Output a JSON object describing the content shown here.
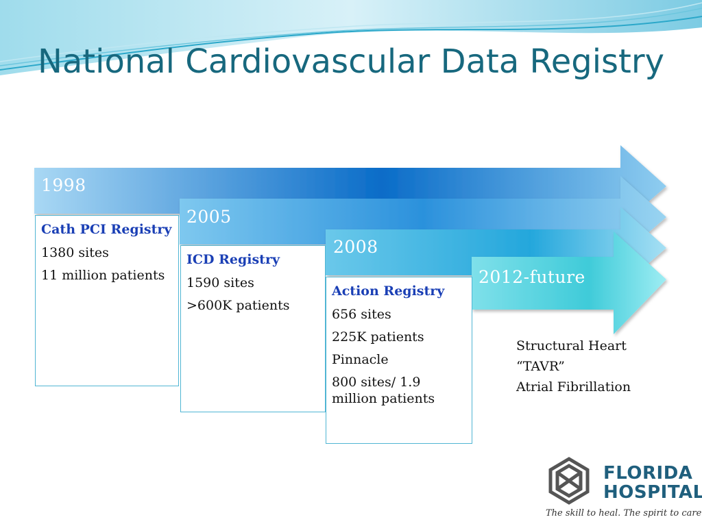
{
  "title": "National Cardiovascular Data Registry",
  "timeline": [
    {
      "year": "1998",
      "heading": "Cath PCI Registry",
      "lines": [
        "1380 sites",
        "11 million patients"
      ]
    },
    {
      "year": "2005",
      "heading": "ICD Registry",
      "lines": [
        "1590 sites",
        ">600K patients"
      ]
    },
    {
      "year": "2008",
      "heading": "Action Registry",
      "lines": [
        "656 sites",
        "225K patients",
        "Pinnacle",
        "800 sites/ 1.9 million patients"
      ]
    },
    {
      "year": "2012-future",
      "lines": [
        "Structural Heart",
        "“TAVR”",
        "Atrial Fibrillation"
      ]
    }
  ],
  "logo": {
    "line1": "FLORIDA",
    "line2": "HOSPITAL",
    "tagline": "The skill to heal. The spirit to care."
  },
  "colors": {
    "title": "#17687e",
    "registry_heading": "#1a3fb5",
    "band_dark": "#0a6cc8",
    "band_light": "#7ec8ef",
    "band_future": "#4fd1de"
  }
}
